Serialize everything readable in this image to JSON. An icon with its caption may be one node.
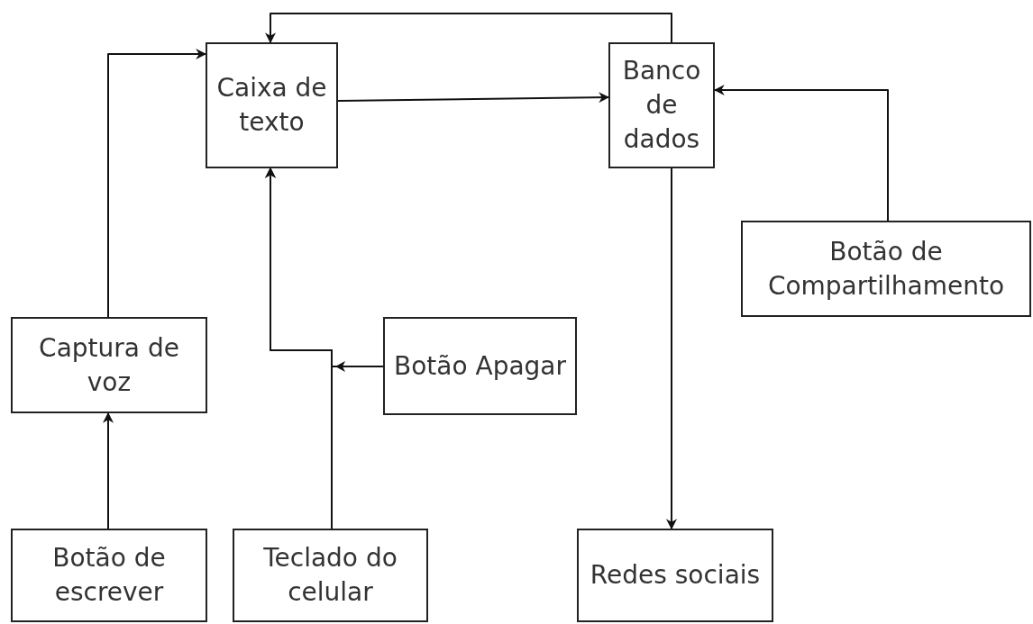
{
  "diagram": {
    "nodes": [
      {
        "text": [
          "Caixa de texto"
        ]
      },
      {
        "text": [
          "Banco de dados"
        ]
      },
      {
        "text": [
          "Botão de Compartilhamento"
        ]
      },
      {
        "text": [
          "Captura de voz"
        ]
      },
      {
        "text": [
          "Botão Apagar"
        ]
      },
      {
        "text": [
          "Botão de escrever"
        ]
      },
      {
        "text": [
          "Teclado do celular"
        ]
      },
      {
        "text": [
          "Redes sociais"
        ]
      }
    ],
    "edges": [
      {
        "from": 0,
        "to": 1,
        "arrow": "to"
      },
      {
        "from": 1,
        "to": 0,
        "arrow": "to"
      },
      {
        "from": 2,
        "to": 1,
        "arrow": "to"
      },
      {
        "from": 3,
        "to": 0,
        "arrow": "to"
      },
      {
        "from": 5,
        "to": 3,
        "arrow": "to"
      },
      {
        "from": 6,
        "to": 0,
        "arrow": "to"
      },
      {
        "from": 4,
        "to": 0,
        "arrow": "to"
      },
      {
        "from": 1,
        "to": 7,
        "arrow": "to"
      }
    ]
  }
}
